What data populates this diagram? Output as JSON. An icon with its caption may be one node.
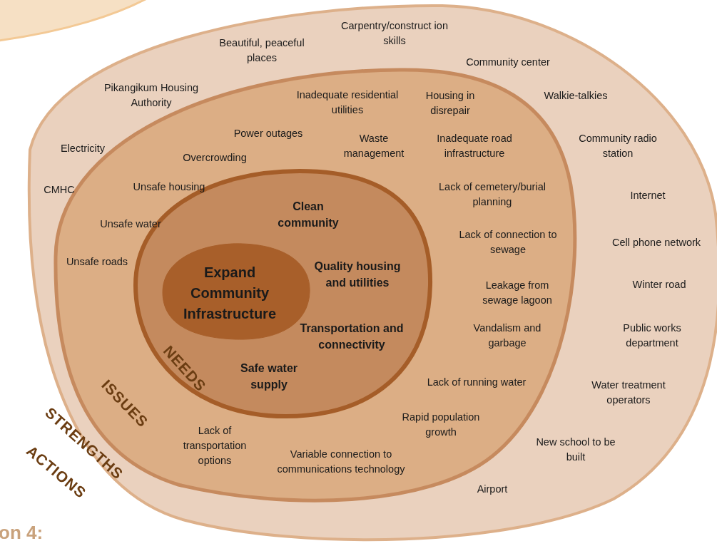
{
  "diagram": {
    "nodes": [
      {
        "text": [
          "STRENGTHS",
          "Carpentry/construct ion skills",
          "Beautiful, peaceful places",
          "Community center",
          "Pikangikum Housing Authority",
          "Walkie-talkies",
          "Electricity",
          "Community radio station",
          "CMHC",
          "Internet",
          "Cell phone network",
          "Winter road",
          "Public works department",
          "Water treatment operators",
          "New school to be built",
          "Airport"
        ]
      },
      {
        "text": [
          "ISSUES",
          "Inadequate residential utilities",
          "Housing in disrepair",
          "Power outages",
          "Waste management",
          "Inadequate road infrastructure",
          "Overcrowding",
          "Unsafe housing",
          "Lack of cemetery/burial planning",
          "Unsafe water",
          "Lack of connection to sewage",
          "Unsafe roads",
          "Leakage from sewage lagoon",
          "Vandalism and garbage",
          "Lack of running water",
          "Rapid population growth",
          "Lack of transportation options",
          "Variable connection to communications technology"
        ],
        "in": 0
      },
      {
        "text": [
          "NEEDS",
          "Clean community",
          "Quality housing and utilities",
          "Transportation and connectivity",
          "Safe water supply"
        ],
        "in": 1
      },
      {
        "text": [
          "Expand Community Infrastructure"
        ],
        "in": 2
      }
    ],
    "labels": [
      "ACTIONS",
      "on 4:"
    ]
  }
}
